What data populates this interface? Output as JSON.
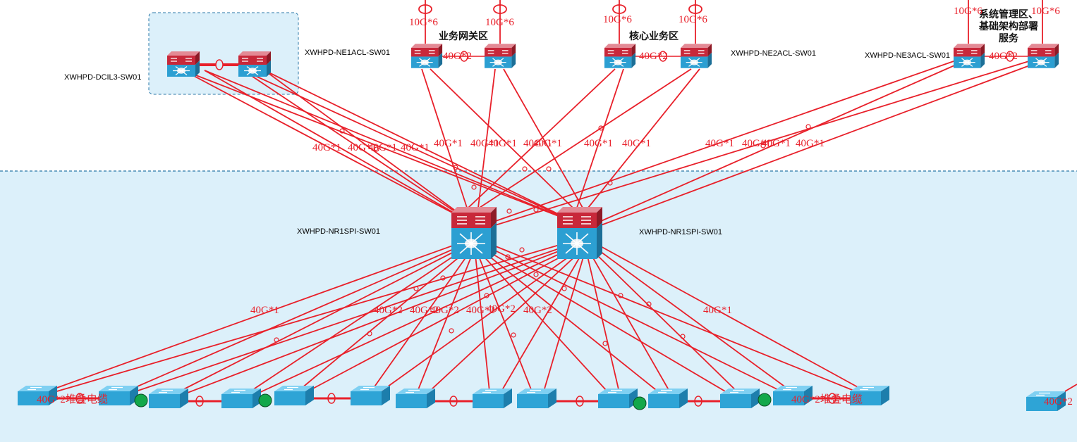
{
  "zones": {
    "gateway": "业务网关区",
    "core": "核心业务区",
    "mgmt": [
      "系统管理区、",
      "基础架构部署",
      "服务"
    ]
  },
  "devices": {
    "dcil3": "XWHPD-DCIL3-SW01",
    "ne1acl": "XWHPD-NE1ACL-SW01",
    "ne2acl": "XWHPD-NE2ACL-SW01",
    "ne3acl": "XWHPD-NE3ACL-SW01",
    "spine1": "XWHPD-NR1SPI-SW01",
    "spine2": "XWHPD-NR1SPI-SW01"
  },
  "uplinks": [
    "10G*6",
    "10G*6",
    "10G*6",
    "10G*6",
    "10G*6",
    "10G*6"
  ],
  "upper_bandwidth": [
    "40G*1",
    "40G*1",
    "40G*1",
    "40G*1",
    "40G*1",
    "40G*1",
    "40G*1",
    "40G*1",
    "40G*1",
    "40G*1",
    "40G*1",
    "40G*1",
    "40G*1",
    "40G*1",
    "40G*1"
  ],
  "pair_links": [
    "40G*2",
    "40G*2",
    "40G*2"
  ],
  "lower_bandwidth": [
    "40G*1",
    "40G*2",
    "40G*2",
    "40G*2",
    "40G*2",
    "40G*2",
    "40G*2",
    "40G*1"
  ],
  "stack_labels": [
    "40G*2堆叠电缆",
    "40G*2堆叠电缆",
    "40G*2"
  ],
  "colors": {
    "link": "#e8202a",
    "region_fill": "#dcf0fa",
    "boundary": "#2b78a8",
    "switch_blue": "#2ea4d6",
    "chassis_red": "#c8283a",
    "status_dot": "#13a84a"
  }
}
